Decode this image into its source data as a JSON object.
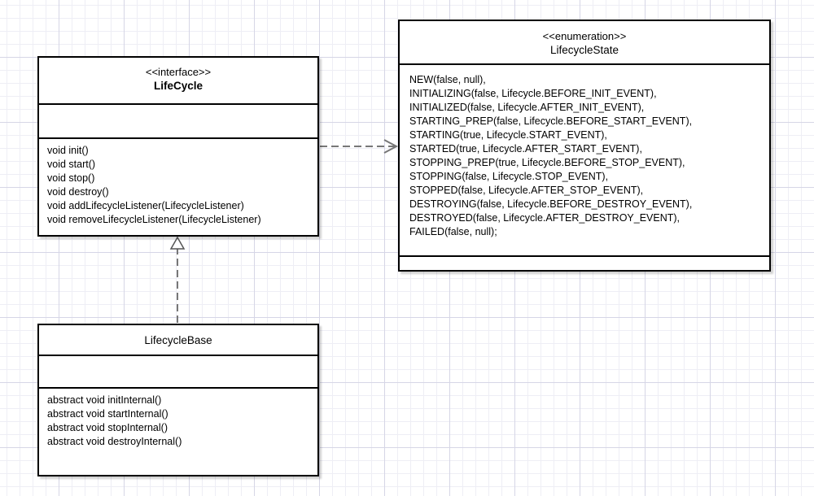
{
  "interface_box": {
    "stereotype": "<<interface>>",
    "name": "LifeCycle",
    "operations": [
      "void init()",
      "void start()",
      "void stop()",
      "void destroy()",
      "void addLifecycleListener(LifecycleListener)",
      "void removeLifecycleListener(LifecycleListener)"
    ]
  },
  "enum_box": {
    "stereotype": "<<enumeration>>",
    "name": "LifecycleState",
    "literals": [
      "NEW(false, null),",
      "INITIALIZING(false, Lifecycle.BEFORE_INIT_EVENT),",
      "INITIALIZED(false, Lifecycle.AFTER_INIT_EVENT),",
      "STARTING_PREP(false, Lifecycle.BEFORE_START_EVENT),",
      "STARTING(true, Lifecycle.START_EVENT),",
      "STARTED(true, Lifecycle.AFTER_START_EVENT),",
      "STOPPING_PREP(true, Lifecycle.BEFORE_STOP_EVENT),",
      "STOPPING(false, Lifecycle.STOP_EVENT),",
      "STOPPED(false, Lifecycle.AFTER_STOP_EVENT),",
      "DESTROYING(false, Lifecycle.BEFORE_DESTROY_EVENT),",
      "DESTROYED(false, Lifecycle.AFTER_DESTROY_EVENT),",
      "FAILED(false, null);"
    ]
  },
  "base_box": {
    "name": "LifecycleBase",
    "operations": [
      "abstract void initInternal()",
      "abstract void startInternal()",
      "abstract void stopInternal()",
      "abstract void destroyInternal()"
    ]
  },
  "relations": [
    {
      "from": "LifeCycle",
      "to": "LifecycleState",
      "kind": "dependency"
    },
    {
      "from": "LifecycleBase",
      "to": "LifeCycle",
      "kind": "realization"
    }
  ],
  "colors": {
    "line": "#000000",
    "connector": "#777777",
    "grid_major": "#d6d6e6",
    "grid_minor": "#eeeef5"
  }
}
